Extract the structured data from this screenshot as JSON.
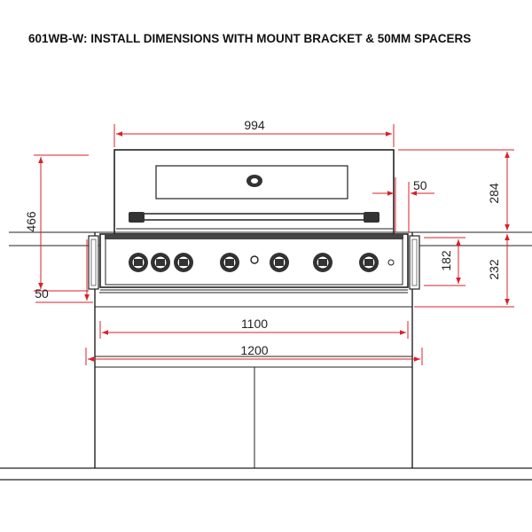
{
  "title": "601WB-W: INSTALL DIMENSIONS WITH MOUNT BRACKET & 50MM SPACERS",
  "colors": {
    "dimension": "#d9202a",
    "line": "#222222",
    "background": "#ffffff"
  },
  "dimensions": {
    "top_width": "994",
    "spacer_right": "50",
    "right_upper_height": "284",
    "left_total_height": "466",
    "right_inner_height": "182",
    "right_lower_height": "232",
    "left_spacer": "50",
    "cutout_width": "1100",
    "bench_width": "1200"
  }
}
